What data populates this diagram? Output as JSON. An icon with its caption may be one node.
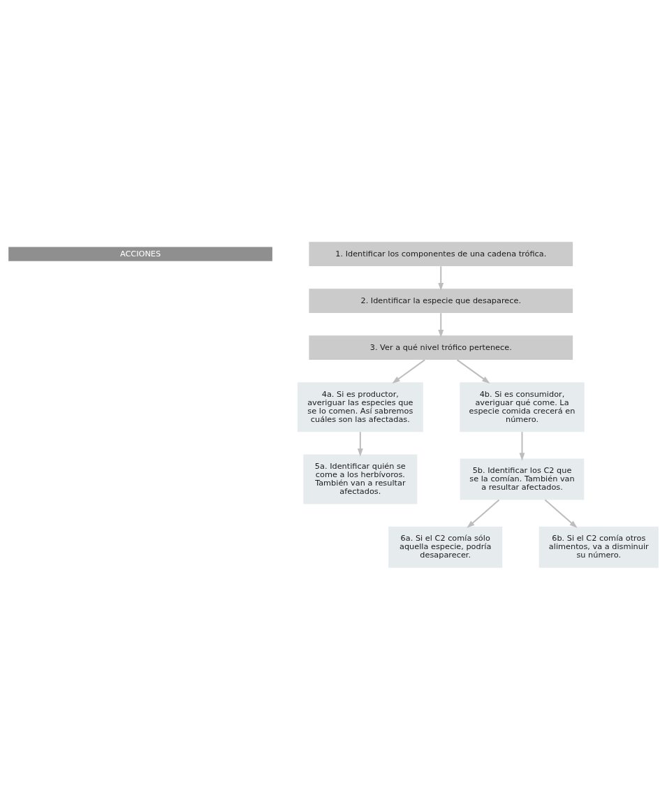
{
  "diagram": {
    "nodes": [
      {
        "text": [
          "ACCIONES"
        ]
      },
      {
        "text": [
          "1. Identificar los componentes de una cadena trófica."
        ]
      },
      {
        "text": [
          "2. Identificar la especie que desaparece."
        ]
      },
      {
        "text": [
          "3. Ver a qué nivel trófico pertenece."
        ]
      },
      {
        "text": [
          "4a. Si es productor, averiguar las especies que se lo comen. Así sabremos cuáles son las afectadas."
        ]
      },
      {
        "text": [
          "4b. Si es consumidor, averiguar qué come. La especie comida crecerá en número."
        ]
      },
      {
        "text": [
          "5a. Identificar quién se come a los herbívoros. También van a resultar afectados."
        ]
      },
      {
        "text": [
          "5b. Identificar los C2 que se la comían. También van a resultar afectados."
        ]
      },
      {
        "text": [
          "6a. Si el C2 comía sólo aquella especie, podría desaparecer."
        ]
      },
      {
        "text": [
          "6b. Si el C2 comía otros alimentos, va a disminuir su número."
        ]
      }
    ],
    "edges": [
      {
        "from": 1,
        "to": 2,
        "arrow": "to"
      },
      {
        "from": 2,
        "to": 3,
        "arrow": "to"
      },
      {
        "from": 3,
        "to": 4,
        "arrow": "to"
      },
      {
        "from": 3,
        "to": 5,
        "arrow": "to"
      },
      {
        "from": 4,
        "to": 6,
        "arrow": "to"
      },
      {
        "from": 5,
        "to": 7,
        "arrow": "to"
      },
      {
        "from": 7,
        "to": 8,
        "arrow": "to"
      },
      {
        "from": 7,
        "to": 9,
        "arrow": "to"
      }
    ]
  }
}
